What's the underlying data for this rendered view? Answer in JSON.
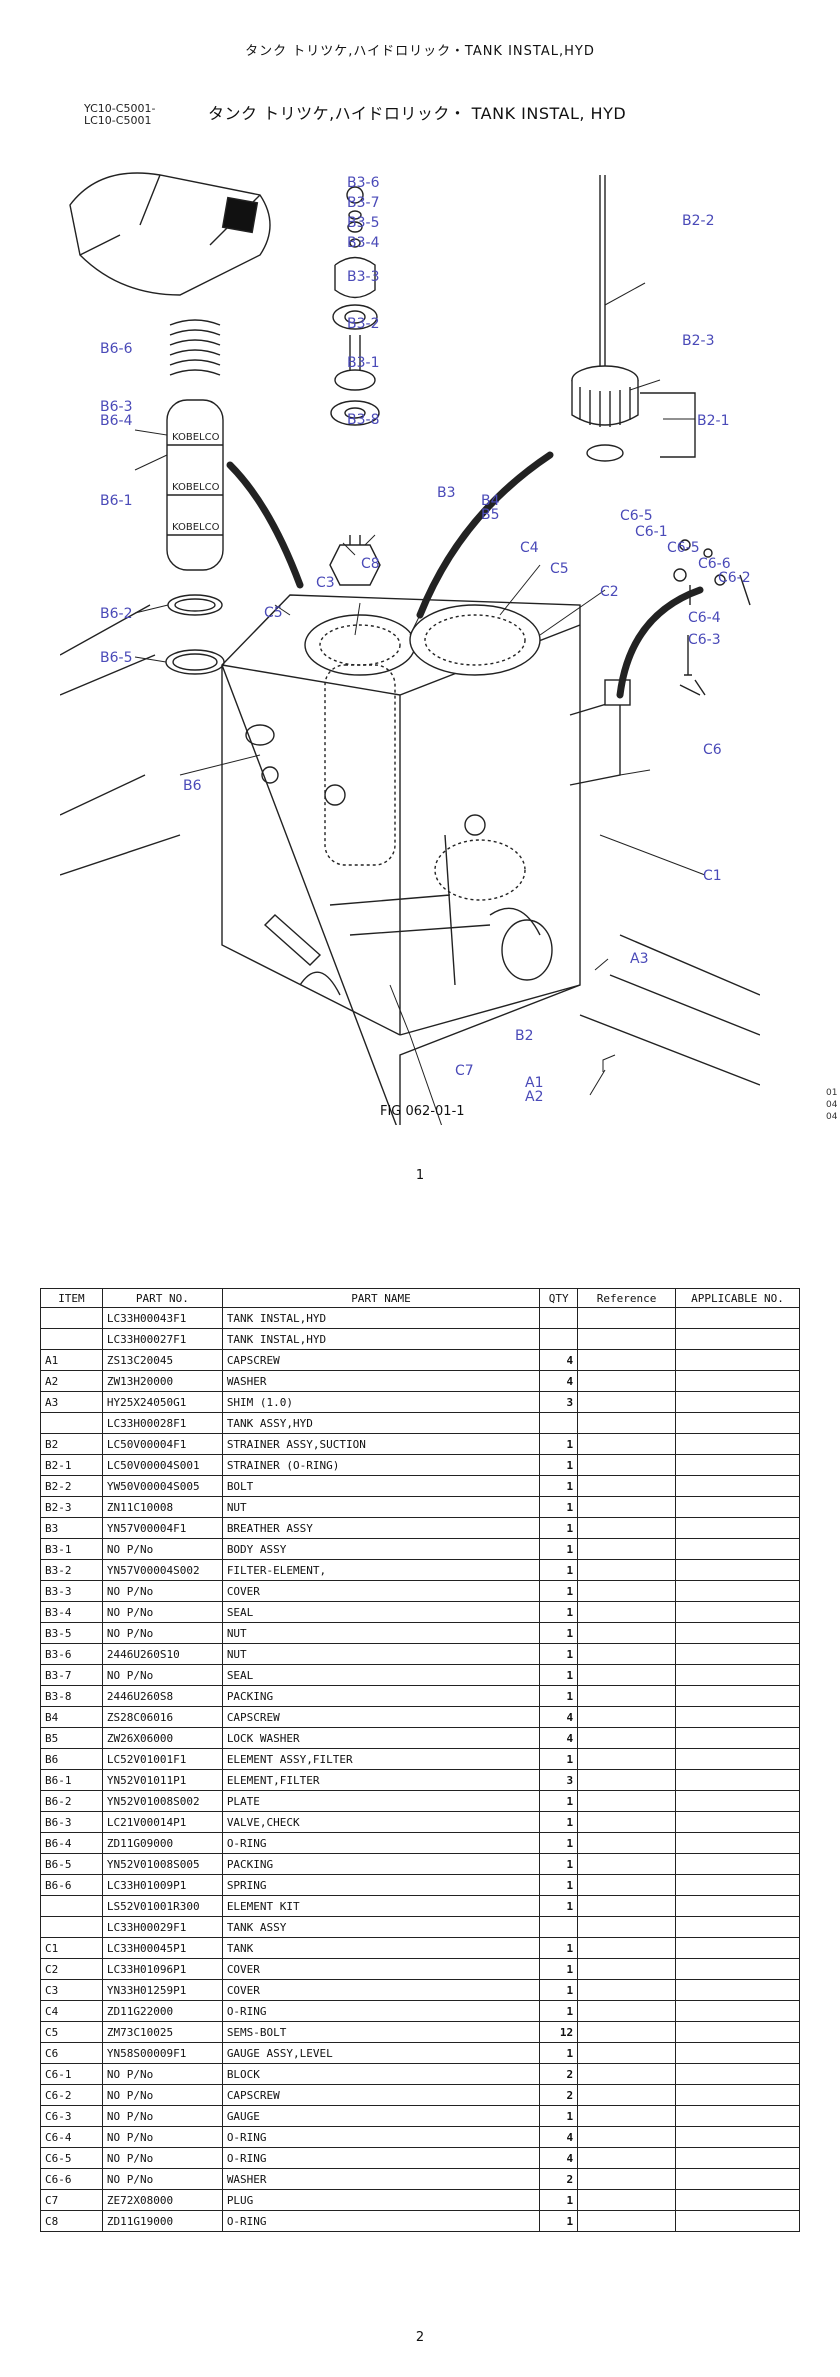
{
  "header": {
    "title": "タンク トリツケ,ハイドロリック・TANK INSTAL,HYD"
  },
  "figure": {
    "model_codes": [
      "YC10-C5001-",
      "LC10-C5001"
    ],
    "title": "タンク トリツケ,ハイドロリック・ TANK INSTAL, HYD",
    "fig_number": "FIG 062-01-1",
    "edge_codes": [
      "01",
      "04",
      "04"
    ],
    "logo_text": "KOBELCO",
    "labels": {
      "b36": "B3-6",
      "b37": "B3-7",
      "b35": "B3-5",
      "b34": "B3-4",
      "b33": "B3-3",
      "b32": "B3-2",
      "b31": "B3-1",
      "b38": "B3-8",
      "b22": "B2-2",
      "b23": "B2-3",
      "b21": "B2-1",
      "b66": "B6-6",
      "b63": "B6-3",
      "b64": "B6-4",
      "b61": "B6-1",
      "b62": "B6-2",
      "b65": "B6-5",
      "b3": "B3",
      "b4": "B4",
      "b5": "B5",
      "c4": "C4",
      "c8": "C8",
      "c3": "C3",
      "c5a": "C5",
      "c5b": "C5",
      "c2": "C2",
      "c65a": "C6-5",
      "c61": "C6-1",
      "c65b": "C6-5",
      "c66": "C6-6",
      "c62": "C6-2",
      "c64": "C6-4",
      "c63": "C6-3",
      "c6": "C6",
      "b6": "B6",
      "c1": "C1",
      "a3": "A3",
      "b2": "B2",
      "c7": "C7",
      "a1": "A1",
      "a2": "A2"
    }
  },
  "page_numbers": {
    "first": "1",
    "second": "2"
  },
  "table": {
    "headers": [
      "ITEM",
      "PART NO.",
      "PART NAME",
      "QTY",
      "Reference",
      "APPLICABLE NO."
    ],
    "rows": [
      {
        "item": "",
        "part_no": "LC33H00043F1",
        "name": "TANK INSTAL,HYD",
        "qty": ""
      },
      {
        "item": "",
        "part_no": "LC33H00027F1",
        "name": "TANK INSTAL,HYD",
        "qty": ""
      },
      {
        "item": "A1",
        "part_no": "ZS13C20045",
        "name": "CAPSCREW",
        "qty": "4"
      },
      {
        "item": "A2",
        "part_no": "ZW13H20000",
        "name": "WASHER",
        "qty": "4"
      },
      {
        "item": "A3",
        "part_no": "HY25X24050G1",
        "name": "SHIM (1.0)",
        "qty": "3"
      },
      {
        "item": "",
        "part_no": "LC33H00028F1",
        "name": "TANK ASSY,HYD",
        "qty": ""
      },
      {
        "item": "B2",
        "part_no": "LC50V00004F1",
        "name": "STRAINER ASSY,SUCTION",
        "qty": "1"
      },
      {
        "item": "B2-1",
        "part_no": "LC50V00004S001",
        "name": "STRAINER (O-RING)",
        "qty": "1"
      },
      {
        "item": "B2-2",
        "part_no": "YW50V00004S005",
        "name": "BOLT",
        "qty": "1"
      },
      {
        "item": "B2-3",
        "part_no": "ZN11C10008",
        "name": "NUT",
        "qty": "1"
      },
      {
        "item": "B3",
        "part_no": "YN57V00004F1",
        "name": "BREATHER ASSY",
        "qty": "1"
      },
      {
        "item": "B3-1",
        "part_no": "NO P/No",
        "name": "BODY ASSY",
        "qty": "1"
      },
      {
        "item": "B3-2",
        "part_no": "YN57V00004S002",
        "name": "FILTER-ELEMENT,",
        "qty": "1"
      },
      {
        "item": "B3-3",
        "part_no": "NO P/No",
        "name": "COVER",
        "qty": "1"
      },
      {
        "item": "B3-4",
        "part_no": "NO P/No",
        "name": "SEAL",
        "qty": "1"
      },
      {
        "item": "B3-5",
        "part_no": "NO P/No",
        "name": "NUT",
        "qty": "1"
      },
      {
        "item": "B3-6",
        "part_no": "2446U260S10",
        "name": "NUT",
        "qty": "1"
      },
      {
        "item": "B3-7",
        "part_no": "NO P/No",
        "name": "SEAL",
        "qty": "1"
      },
      {
        "item": "B3-8",
        "part_no": "2446U260S8",
        "name": "PACKING",
        "qty": "1"
      },
      {
        "item": "B4",
        "part_no": "ZS28C06016",
        "name": "CAPSCREW",
        "qty": "4"
      },
      {
        "item": "B5",
        "part_no": "ZW26X06000",
        "name": "LOCK WASHER",
        "qty": "4"
      },
      {
        "item": "B6",
        "part_no": "LC52V01001F1",
        "name": "ELEMENT ASSY,FILTER",
        "qty": "1"
      },
      {
        "item": "B6-1",
        "part_no": "YN52V01011P1",
        "name": "ELEMENT,FILTER",
        "qty": "3"
      },
      {
        "item": "B6-2",
        "part_no": "YN52V01008S002",
        "name": "PLATE",
        "qty": "1"
      },
      {
        "item": "B6-3",
        "part_no": "LC21V00014P1",
        "name": "VALVE,CHECK",
        "qty": "1"
      },
      {
        "item": "B6-4",
        "part_no": "ZD11G09000",
        "name": "O-RING",
        "qty": "1"
      },
      {
        "item": "B6-5",
        "part_no": "YN52V01008S005",
        "name": "PACKING",
        "qty": "1"
      },
      {
        "item": "B6-6",
        "part_no": "LC33H01009P1",
        "name": "SPRING",
        "qty": "1"
      },
      {
        "item": "",
        "part_no": "LS52V01001R300",
        "name": "ELEMENT KIT",
        "qty": "1"
      },
      {
        "item": "",
        "part_no": "LC33H00029F1",
        "name": "TANK ASSY",
        "qty": ""
      },
      {
        "item": "C1",
        "part_no": "LC33H00045P1",
        "name": "TANK",
        "qty": "1"
      },
      {
        "item": "C2",
        "part_no": "LC33H01096P1",
        "name": "COVER",
        "qty": "1"
      },
      {
        "item": "C3",
        "part_no": "YN33H01259P1",
        "name": "COVER",
        "qty": "1"
      },
      {
        "item": "C4",
        "part_no": "ZD11G22000",
        "name": "O-RING",
        "qty": "1"
      },
      {
        "item": "C5",
        "part_no": "ZM73C10025",
        "name": "SEMS-BOLT",
        "qty": "12"
      },
      {
        "item": "C6",
        "part_no": "YN58S00009F1",
        "name": "GAUGE ASSY,LEVEL",
        "qty": "1"
      },
      {
        "item": "C6-1",
        "part_no": "NO P/No",
        "name": "BLOCK",
        "qty": "2"
      },
      {
        "item": "C6-2",
        "part_no": "NO P/No",
        "name": "CAPSCREW",
        "qty": "2"
      },
      {
        "item": "C6-3",
        "part_no": "NO P/No",
        "name": "GAUGE",
        "qty": "1"
      },
      {
        "item": "C6-4",
        "part_no": "NO P/No",
        "name": "O-RING",
        "qty": "4"
      },
      {
        "item": "C6-5",
        "part_no": "NO P/No",
        "name": "O-RING",
        "qty": "4"
      },
      {
        "item": "C6-6",
        "part_no": "NO P/No",
        "name": "WASHER",
        "qty": "2"
      },
      {
        "item": "C7",
        "part_no": "ZE72X08000",
        "name": "PLUG",
        "qty": "1"
      },
      {
        "item": "C8",
        "part_no": "ZD11G19000",
        "name": "O-RING",
        "qty": "1"
      }
    ]
  }
}
